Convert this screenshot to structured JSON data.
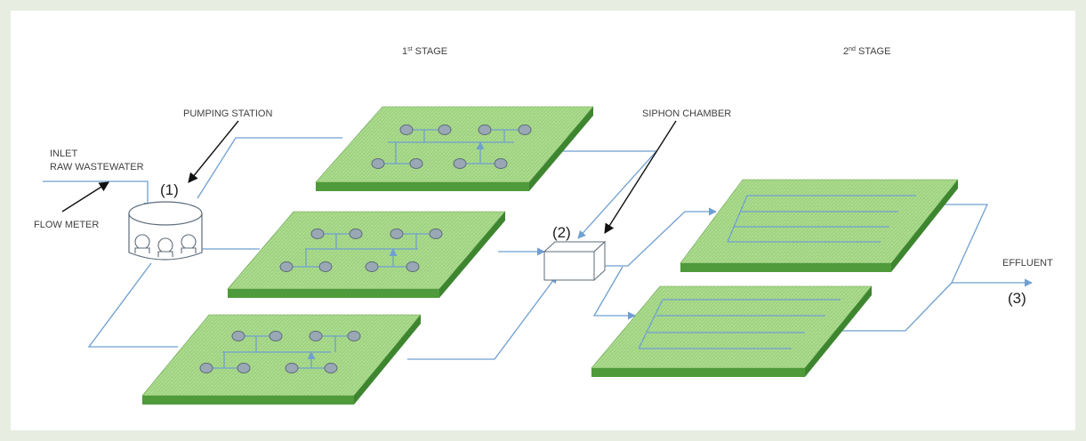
{
  "labels": {
    "stage1": "1st STAGE",
    "stage1_num": "1",
    "stage1_sup": "st",
    "stage1_rest": " STAGE",
    "stage2_num": "2",
    "stage2_sup": "nd",
    "stage2_rest": " STAGE",
    "pumping_station": "PUMPING STATION",
    "siphon_chamber": "SIPHON CHAMBER",
    "inlet": "INLET",
    "raw_wastewater": "RAW WASTEWATER",
    "flow_meter": "FLOW METER",
    "effluent": "EFFLUENT",
    "marker1": "(1)",
    "marker2": "(2)",
    "marker3": "(3)"
  },
  "colors": {
    "bed_fill": "#9ed27e",
    "bed_side": "#4f9a3a",
    "pipe": "#6f9fd0"
  }
}
